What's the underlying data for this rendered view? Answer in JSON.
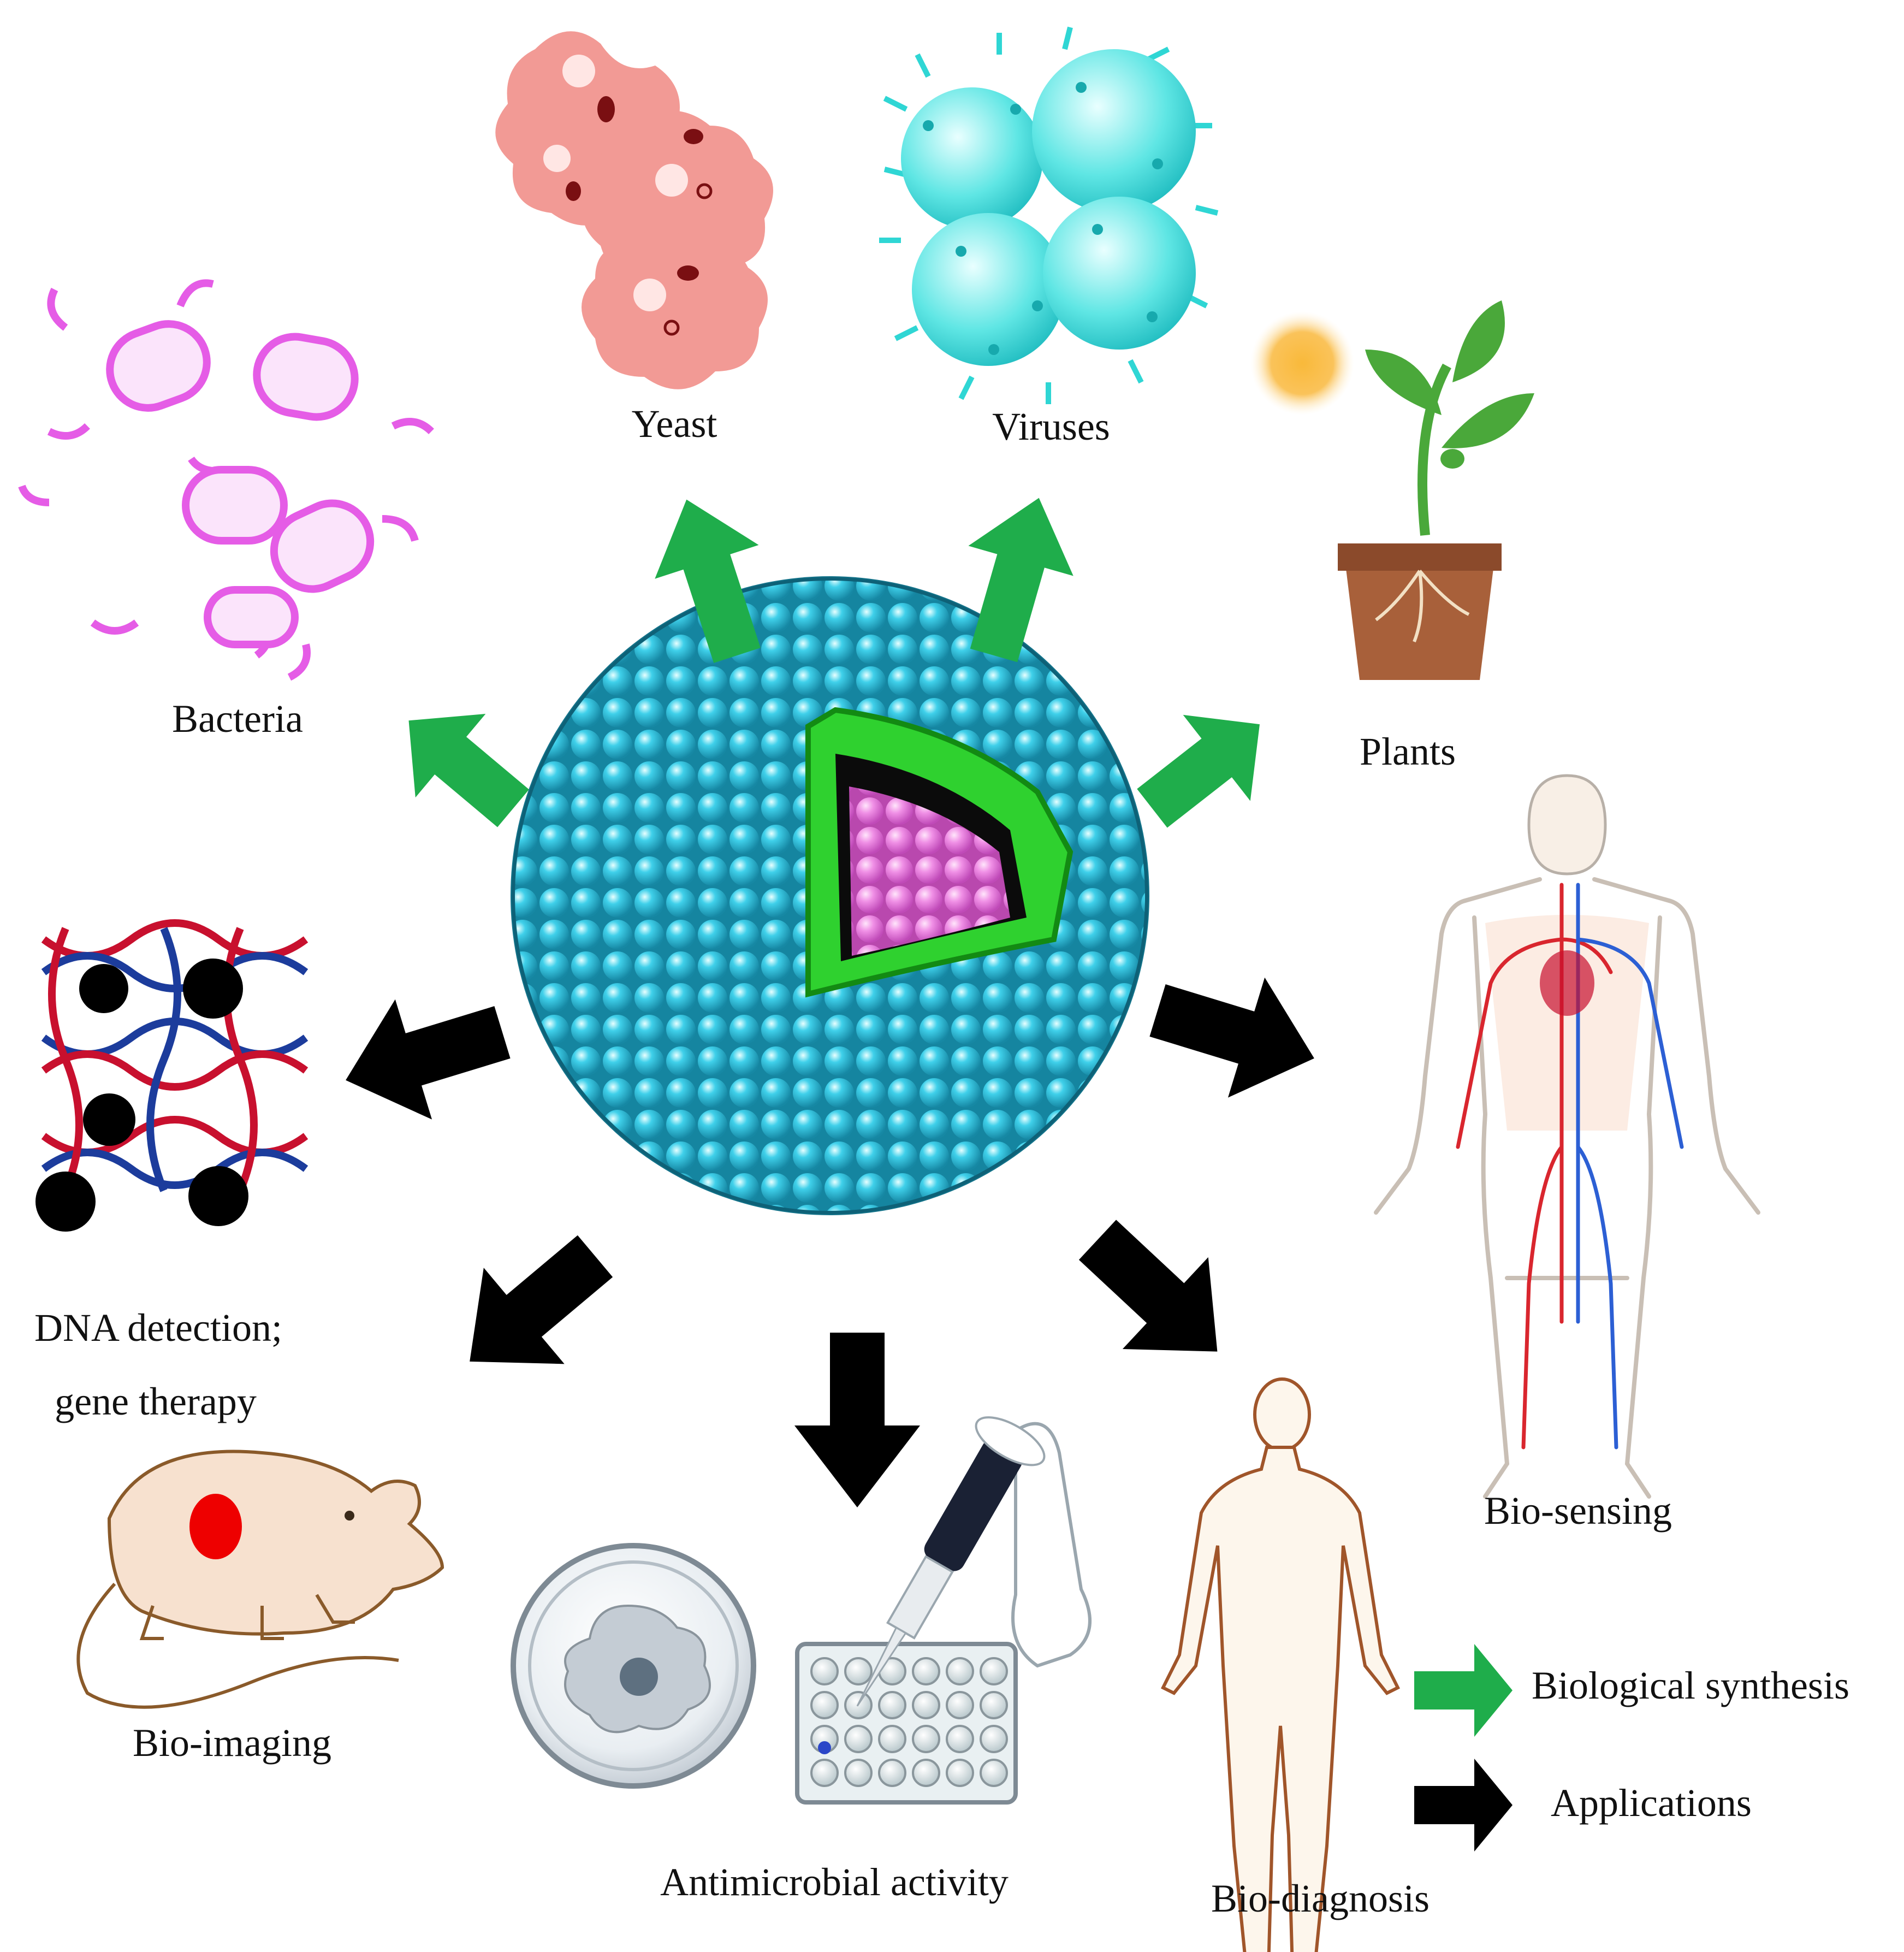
{
  "labels": {
    "yeast": "Yeast",
    "viruses": "Viruses",
    "bacteria": "Bacteria",
    "plants": "Plants",
    "dna_line1": "DNA detection;",
    "dna_line2": "gene therapy",
    "bio_sensing": "Bio-sensing",
    "bio_imaging": "Bio-imaging",
    "antimicrobial": "Antimicrobial activity",
    "bio_diagnosis": "Bio-diagnosis"
  },
  "legend": {
    "synthesis": "Biological synthesis",
    "applications": "Applications"
  },
  "colors": {
    "synthesis_arrow": "#1fad4b",
    "application_arrow": "#000000",
    "shell_beads": "#2bb8d4",
    "inner_shell": "#2fd12f",
    "core_beads": "#e97be0",
    "bacteria": "#e55ce6",
    "yeast": "#f29a95",
    "virus": "#2fd6d4",
    "sun": "#f7b93a",
    "pot": "#a8603a",
    "plant": "#4aa83a",
    "mouse_body": "#f7e1cf",
    "mouse_spot": "#ee0000",
    "dna_red": "#c8102e",
    "dna_blue": "#1c3c9c"
  },
  "icons": {
    "center": "nanoparticle-core-shell-icon",
    "bacteria": "bacteria-icon",
    "yeast": "yeast-icon",
    "viruses": "virus-icon",
    "plants": "plant-pot-icon",
    "dna": "dna-helix-icon",
    "human_sensing": "human-circulatory-icon",
    "human_diagnosis": "human-outline-icon",
    "mouse": "mouse-icon",
    "petri": "petri-dish-icon",
    "well_plate": "pipette-wellplate-icon"
  }
}
